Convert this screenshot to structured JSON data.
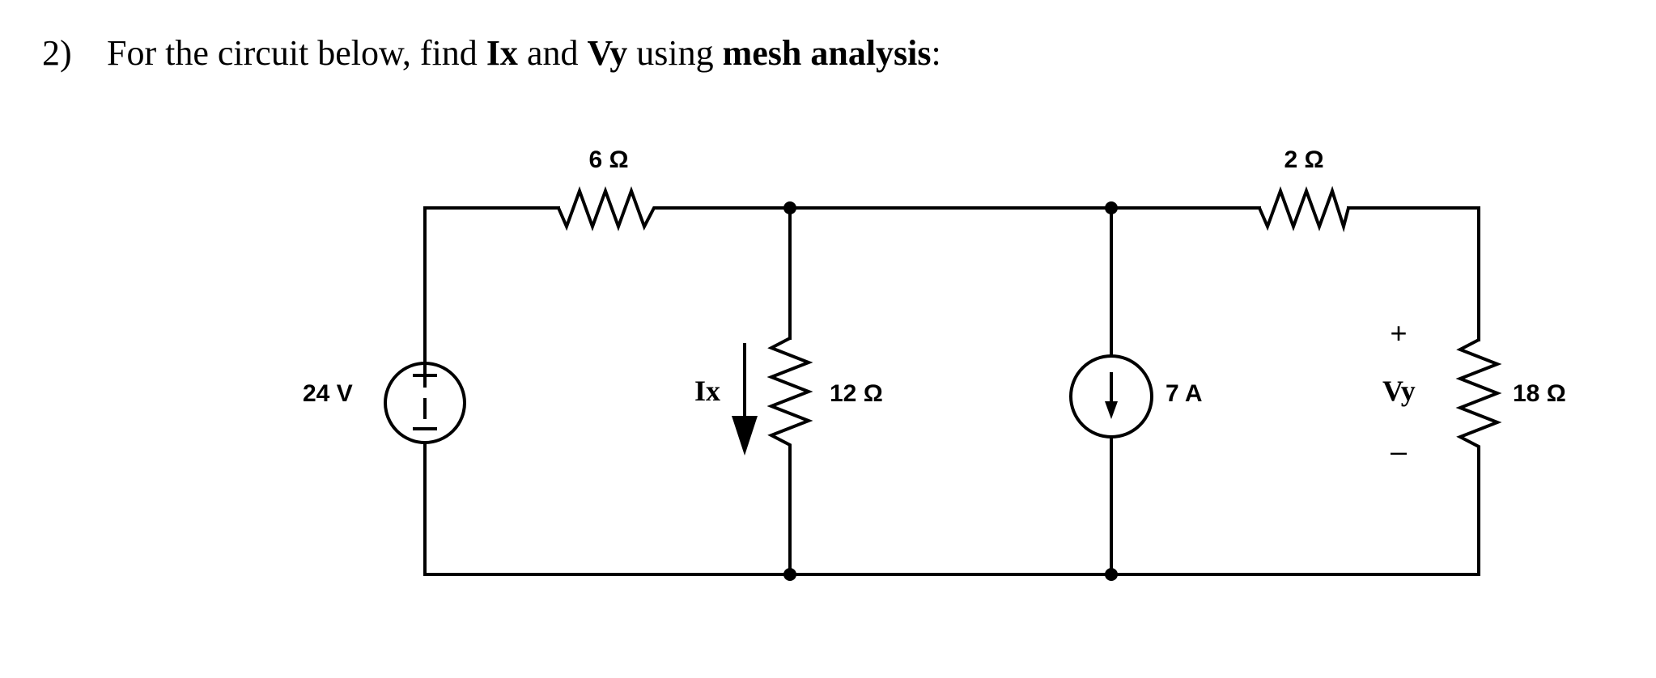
{
  "problem": {
    "number": "2)",
    "text_prefix": "For the circuit below, find ",
    "ix": "Ix",
    "and": " and ",
    "vy": "Vy",
    "using": " using ",
    "method": "mesh analysis",
    "colon": ":"
  },
  "components": {
    "r_top_left": "6 Ω",
    "r_top_right": "2 Ω",
    "r_middle": "12 Ω",
    "r_right": "18 Ω",
    "voltage_source": "24 V",
    "current_source": "7 A"
  },
  "annotations": {
    "ix_label": "Ix",
    "vy_label": "Vy",
    "plus": "+",
    "minus": "–"
  },
  "colors": {
    "ink": "#000000",
    "background": "#ffffff"
  }
}
